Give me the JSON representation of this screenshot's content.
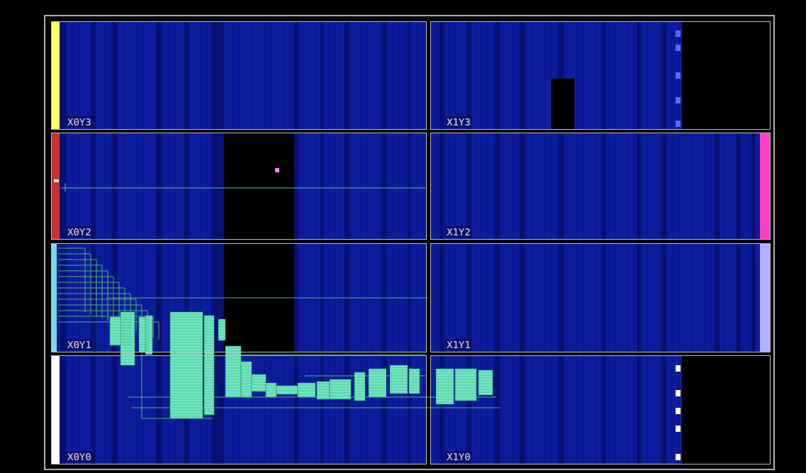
{
  "diagram": {
    "nodes": [
      {
        "text": [
          "X0Y3"
        ]
      },
      {
        "text": [
          "X1Y3"
        ]
      },
      {
        "text": [
          "X0Y2"
        ]
      },
      {
        "text": [
          "X1Y2"
        ]
      },
      {
        "text": [
          "X0Y1"
        ]
      },
      {
        "text": [
          "X1Y1"
        ]
      },
      {
        "text": [
          "X0Y0"
        ]
      },
      {
        "text": [
          "X1Y0"
        ]
      }
    ]
  }
}
